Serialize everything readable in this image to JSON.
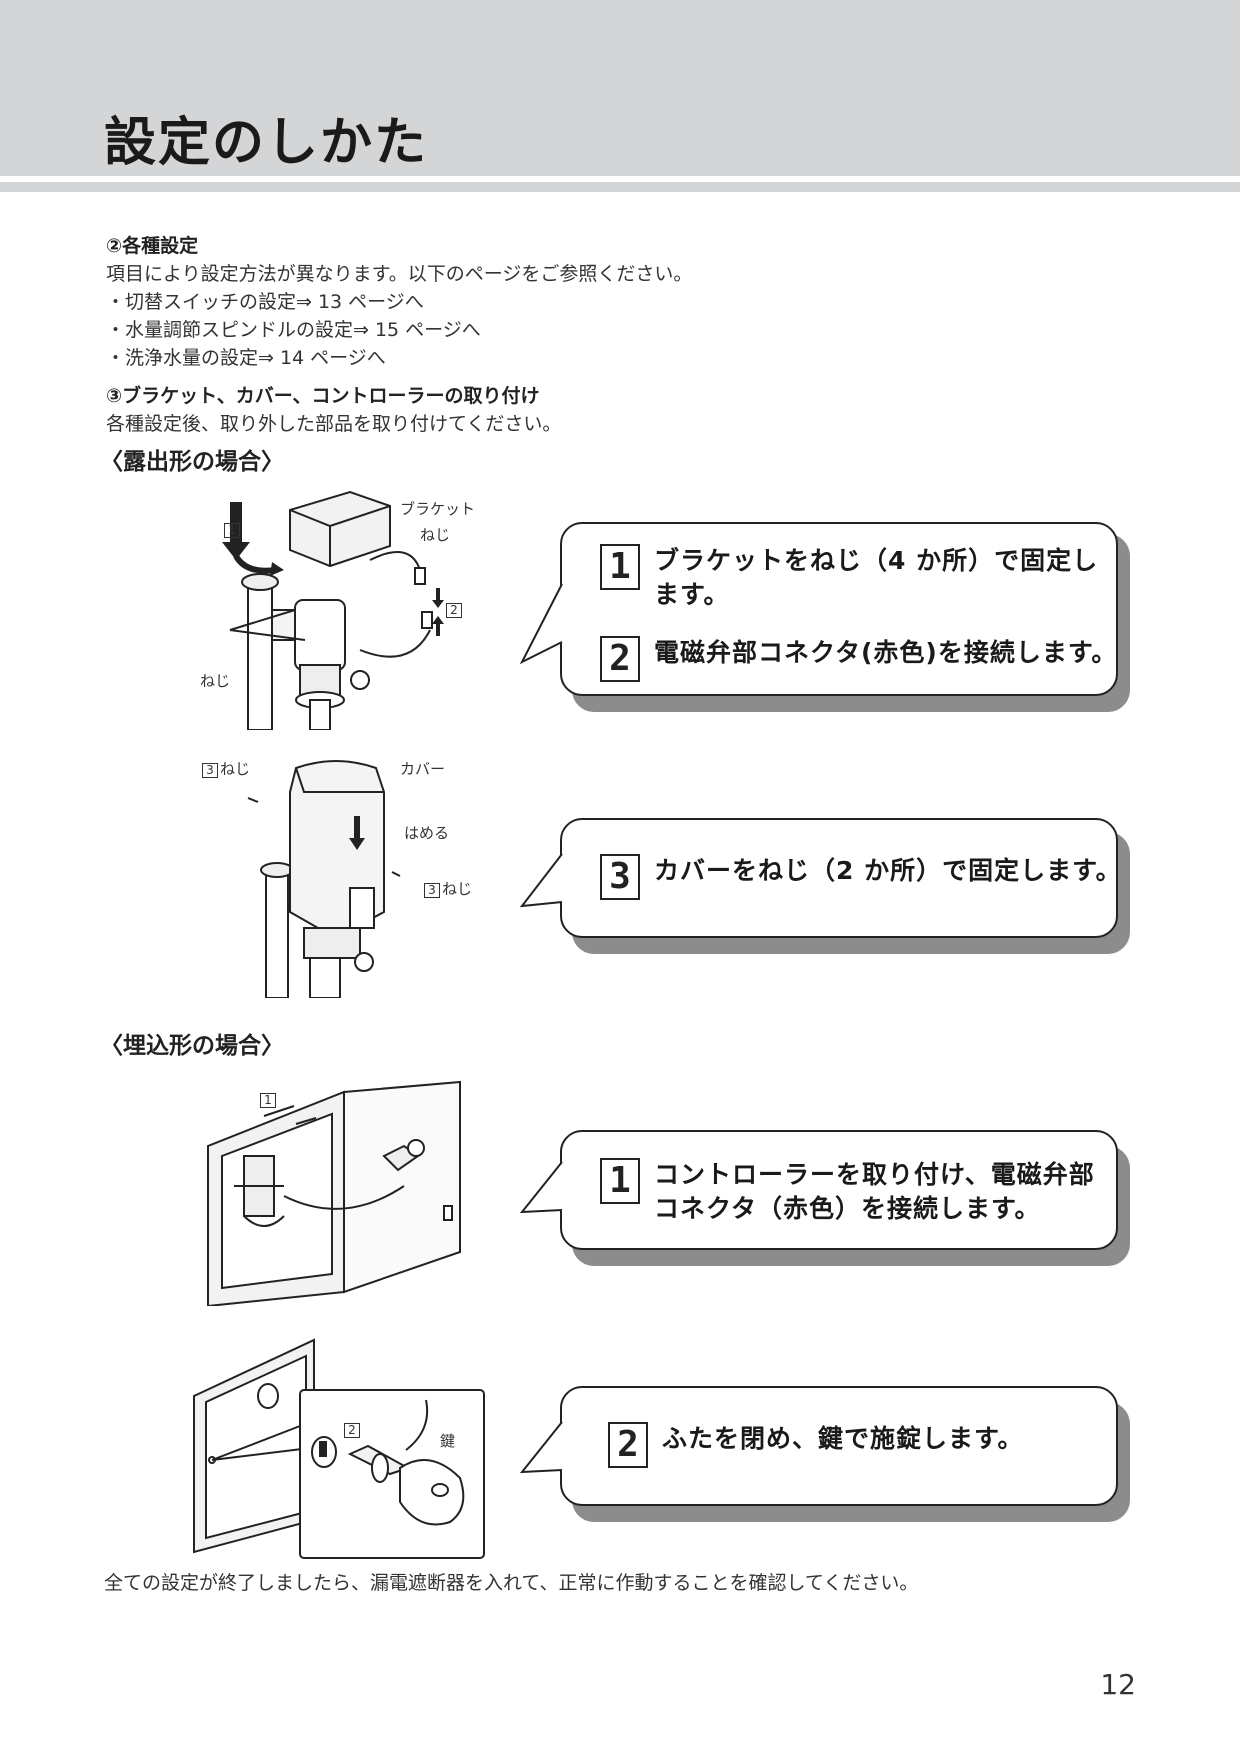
{
  "page": {
    "title": "設定のしかた",
    "number": "12"
  },
  "settings": {
    "heading": "②各種設定",
    "lines": [
      "項目により設定方法が異なります。以下のページをご参照ください。",
      "・切替スイッチの設定⇒ 13 ページへ",
      "・水量調節スピンドルの設定⇒ 15 ページへ",
      "・洗浄水量の設定⇒ 14 ページへ"
    ]
  },
  "mounting": {
    "heading": "③ブラケット、カバー、コントローラーの取り付け",
    "text": "各種設定後、取り外した部品を取り付けてください。"
  },
  "exposed": {
    "heading": "〈露出形の場合〉",
    "fig1_labels": {
      "bracket": "ブラケット",
      "screw_top": "ねじ",
      "screw_left": "ねじ",
      "num1": "1",
      "num2": "2"
    },
    "fig2_labels": {
      "screw_a_num": "3",
      "screw_a": "ねじ",
      "cover": "カバー",
      "fit": "はめる",
      "screw_b_num": "3",
      "screw_b": "ねじ"
    },
    "callout1": {
      "steps": [
        {
          "num": "1",
          "text": "ブラケットをねじ（4 か所）で固定し\nます。"
        },
        {
          "num": "2",
          "text": "電磁弁部コネクタ(赤色)を接続します。"
        }
      ]
    },
    "callout2": {
      "steps": [
        {
          "num": "3",
          "text": "カバーをねじ（2 か所）で固定します。"
        }
      ]
    }
  },
  "embedded": {
    "heading": "〈埋込形の場合〉",
    "fig3_labels": {
      "num1": "1"
    },
    "fig4_labels": {
      "num2": "2",
      "key": "鍵"
    },
    "callout1": {
      "steps": [
        {
          "num": "1",
          "text": "コントローラーを取り付け、電磁弁部\nコネクタ（赤色）を接続します。"
        }
      ]
    },
    "callout2": {
      "steps": [
        {
          "num": "2",
          "text": "ふたを閉め、鍵で施錠します。"
        }
      ]
    }
  },
  "footer": {
    "note": "全ての設定が終了しましたら、漏電遮断器を入れて、正常に作動することを確認してください。"
  },
  "colors": {
    "header_band": "#d4d5d7",
    "callout_shadow": "#8c8c8c"
  }
}
